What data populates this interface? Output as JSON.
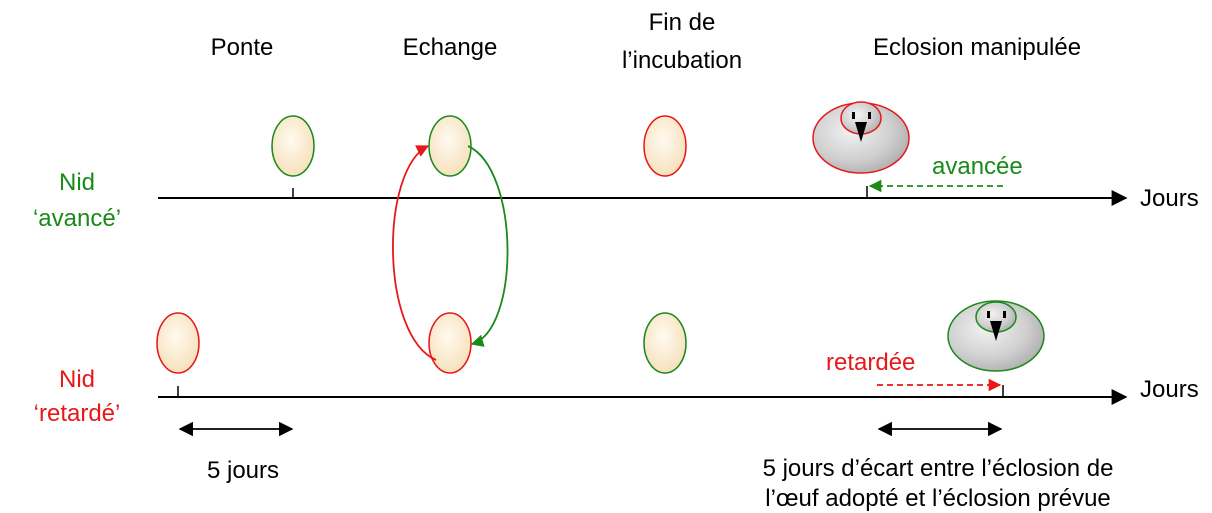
{
  "colors": {
    "green": "#1a8a1a",
    "red": "#e81818",
    "black": "#000000",
    "egg_fill": "#fdebcd",
    "chick_fill": "#d9d9d9"
  },
  "stages": {
    "ponte": "Ponte",
    "echange": "Echange",
    "fin_line1": "Fin de",
    "fin_line2": "l’incubation",
    "eclosion": "Eclosion manipulée"
  },
  "nests": {
    "advanced": {
      "line1": "Nid",
      "line2": "‘avancé’",
      "axis_label": "Jours",
      "shift_label": "avancée"
    },
    "delayed": {
      "line1": "Nid",
      "line2": "‘retardé’",
      "axis_label": "Jours",
      "shift_label": "retardée"
    }
  },
  "annotations": {
    "five_days": "5 jours",
    "gap_line1": "5 jours d’écart entre l’éclosion de",
    "gap_line2": "l’œuf adopté et l’éclosion prévue"
  }
}
